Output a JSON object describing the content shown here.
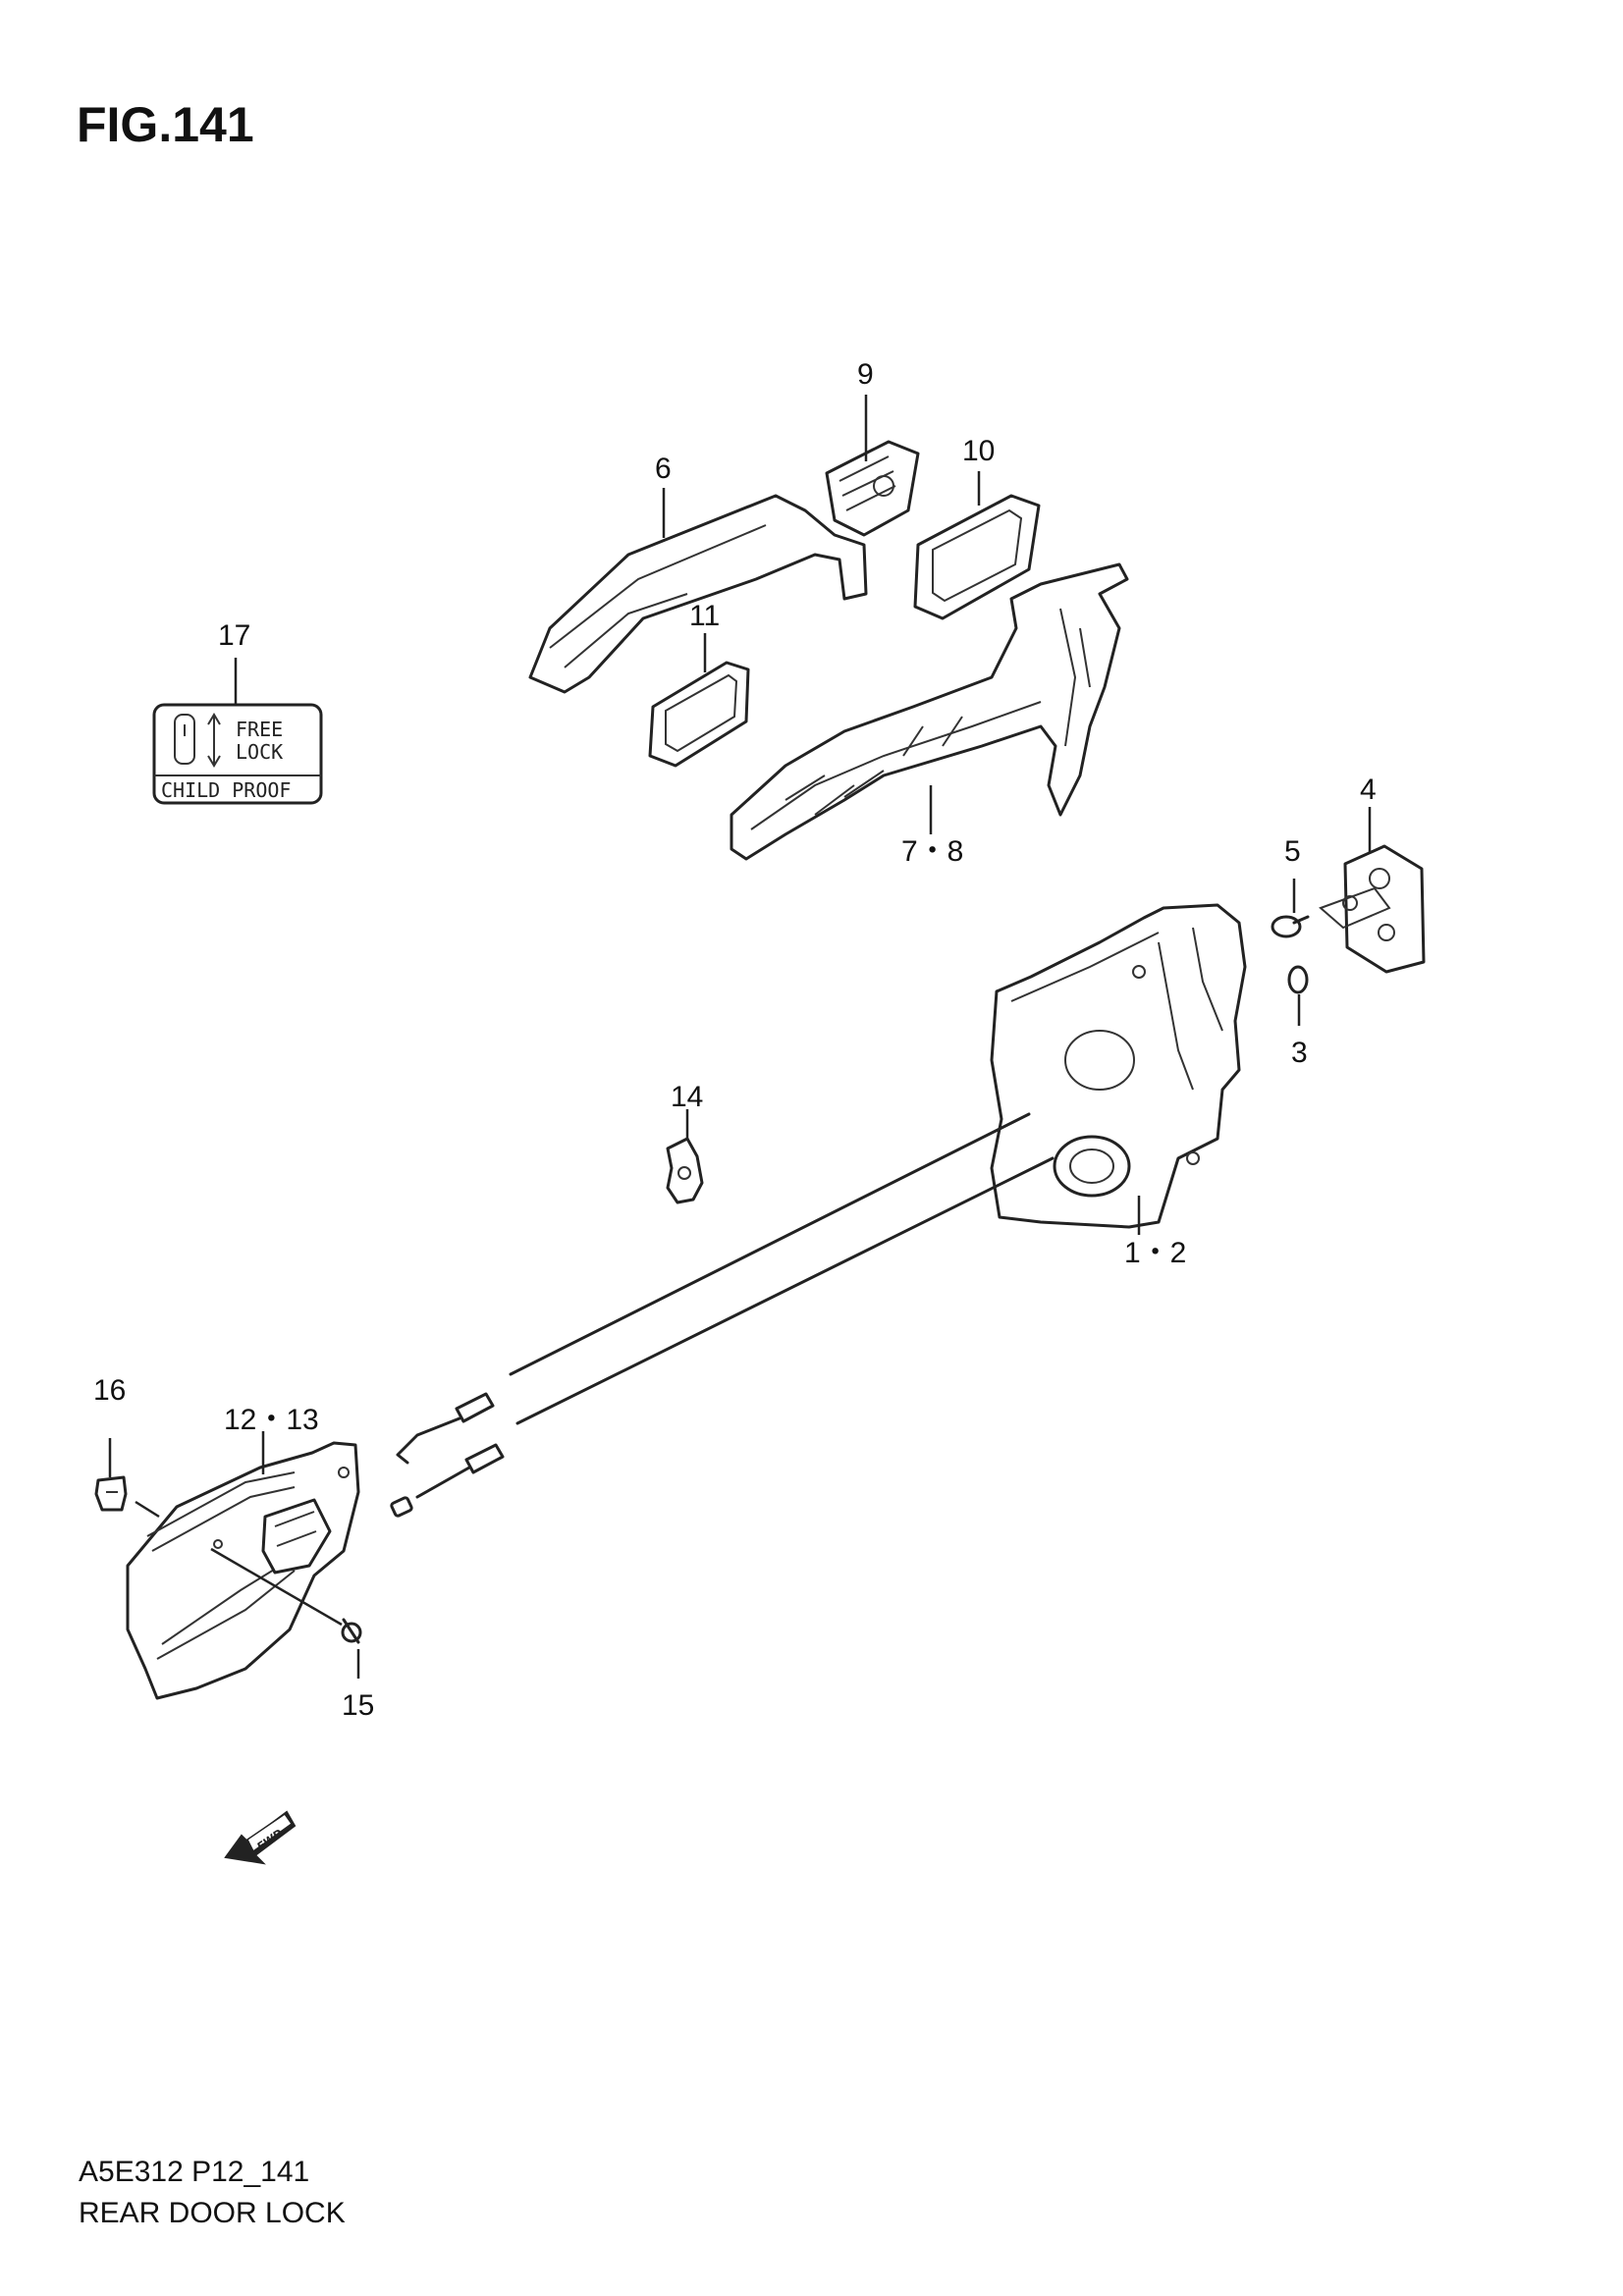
{
  "figure": {
    "title": "FIG.141"
  },
  "callouts": [
    {
      "id": "c9",
      "text": "9"
    },
    {
      "id": "c10",
      "text": "10"
    },
    {
      "id": "c6",
      "text": "6"
    },
    {
      "id": "c11",
      "text": "11"
    },
    {
      "id": "c17",
      "text": "17"
    },
    {
      "id": "c78",
      "text": "7・8"
    },
    {
      "id": "c4",
      "text": "4"
    },
    {
      "id": "c5",
      "text": "5"
    },
    {
      "id": "c3",
      "text": "3"
    },
    {
      "id": "c14",
      "text": "14"
    },
    {
      "id": "c12",
      "text": "1・2"
    },
    {
      "id": "c16",
      "text": "16"
    },
    {
      "id": "c1213",
      "text": "12・13"
    },
    {
      "id": "c15",
      "text": "15"
    }
  ],
  "label_17": {
    "line1": "FREE",
    "line2": "LOCK",
    "footer": "CHILD PROOF"
  },
  "fwd_arrow": {
    "text": "FWD"
  },
  "footer": {
    "code": "A5E312 P12_141",
    "title": "REAR DOOR LOCK"
  }
}
